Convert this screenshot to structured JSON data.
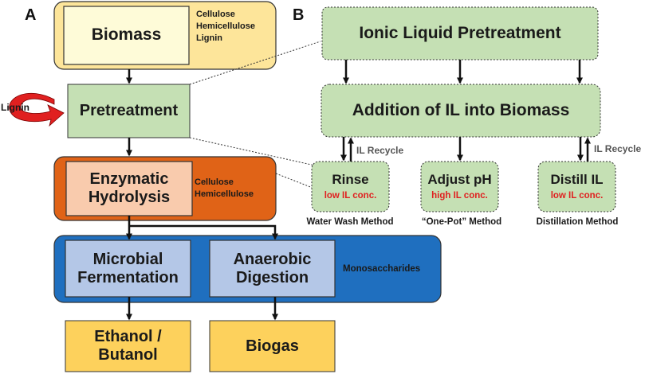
{
  "panels": {
    "a": "A",
    "b": "B"
  },
  "a": {
    "biomass": "Biomass",
    "biomass_components": [
      "Cellulose",
      "Hemicellulose",
      "Lignin"
    ],
    "lignin": "Lignin",
    "pretreatment": "Pretreatment",
    "enzymatic": [
      "Enzymatic",
      "Hydrolysis"
    ],
    "enzymatic_components": [
      "Cellulose",
      "Hemicellulose"
    ],
    "microbial": [
      "Microbial",
      "Fermentation"
    ],
    "anaerobic": [
      "Anaerobic",
      "Digestion"
    ],
    "monosaccharides": "Monosaccharides",
    "ethanol": [
      "Ethanol /",
      "Butanol"
    ],
    "biogas": "Biogas"
  },
  "b": {
    "il_pretreatment": "Ionic Liquid Pretreatment",
    "addition": "Addition of IL into Biomass",
    "il_recycle_left": "IL Recycle",
    "il_recycle_right": "IL Recycle",
    "rinse": {
      "title": "Rinse",
      "conc": "low IL conc.",
      "method": "Water Wash Method"
    },
    "adjust": {
      "title": "Adjust pH",
      "conc": "high IL conc.",
      "method": "“One-Pot” Method"
    },
    "distill": {
      "title": "Distill IL",
      "conc": "low IL conc.",
      "method": "Distillation Method"
    }
  },
  "colors": {
    "yellow_outer": "#fde59a",
    "yellow_inner": "#fefbd8",
    "green": "#c5e0b4",
    "orange": "#e06317",
    "orange_inner": "#f9cbad",
    "blue": "#1f6fbf",
    "blue_inner": "#b4c7e7",
    "product": "#fdd15c",
    "arrow_red": "#e02020"
  }
}
